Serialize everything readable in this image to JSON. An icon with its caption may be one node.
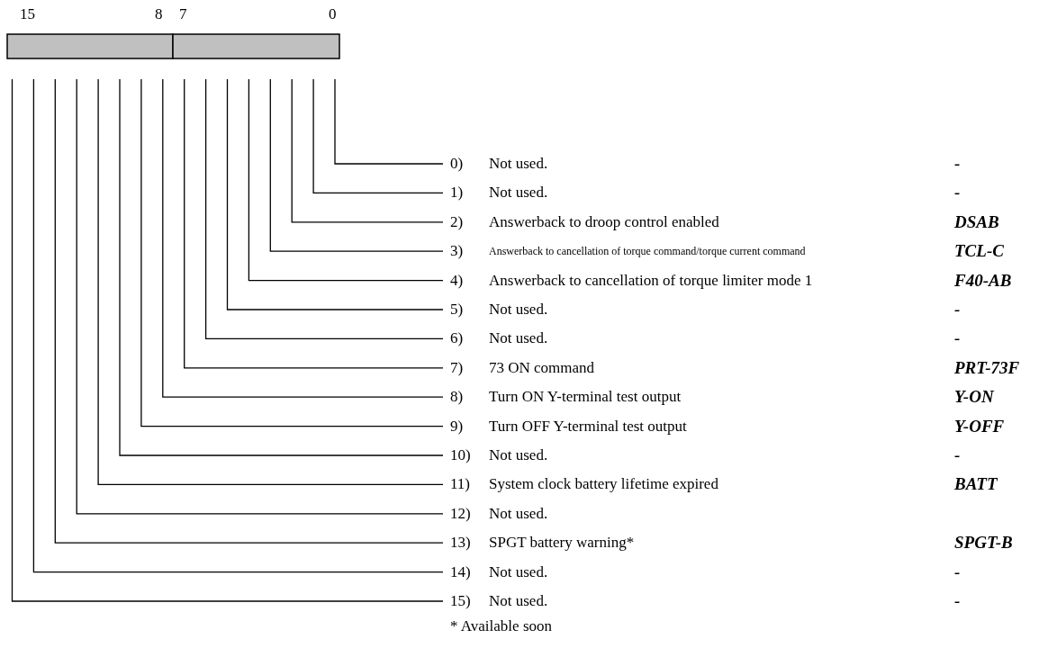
{
  "diagram": {
    "nodes": [
      {
        "text": [
          "0)",
          "Not used.",
          "-"
        ]
      },
      {
        "text": [
          "1)",
          "Not used.",
          "-"
        ]
      },
      {
        "text": [
          "2)",
          "Answerback to droop control enabled",
          "DSAB"
        ]
      },
      {
        "text": [
          "3)",
          "Answerback to cancellation of torque command/torque current command",
          "TCL-C"
        ]
      },
      {
        "text": [
          "4)",
          "Answerback to cancellation of torque limiter mode 1",
          "F40-AB"
        ]
      },
      {
        "text": [
          "5)",
          "Not used.",
          "-"
        ]
      },
      {
        "text": [
          "6)",
          "Not used.",
          "-"
        ]
      },
      {
        "text": [
          "7)",
          "73 ON command",
          "PRT-73F"
        ]
      },
      {
        "text": [
          "8)",
          "Turn ON Y-terminal test output",
          "Y-ON"
        ]
      },
      {
        "text": [
          "9)",
          "Turn OFF Y-terminal test output",
          "Y-OFF"
        ]
      },
      {
        "text": [
          "10)",
          "Not used.",
          "-"
        ]
      },
      {
        "text": [
          "11)",
          "System clock battery lifetime expired",
          "BATT"
        ]
      },
      {
        "text": [
          "12)",
          "Not used."
        ]
      },
      {
        "text": [
          "13)",
          "SPGT battery warning*",
          "SPGT-B"
        ]
      },
      {
        "text": [
          "14)",
          "Not used.",
          "-"
        ]
      },
      {
        "text": [
          "15)",
          "Not used.",
          "-"
        ]
      }
    ],
    "edges": [
      {
        "from": 0,
        "to": null,
        "arrow": "none"
      },
      {
        "from": 1,
        "to": null,
        "arrow": "none"
      },
      {
        "from": 2,
        "to": null,
        "arrow": "none"
      },
      {
        "from": 3,
        "to": null,
        "arrow": "none"
      },
      {
        "from": 4,
        "to": null,
        "arrow": "none"
      },
      {
        "from": 5,
        "to": null,
        "arrow": "none"
      },
      {
        "from": 6,
        "to": null,
        "arrow": "none"
      },
      {
        "from": 7,
        "to": null,
        "arrow": "none"
      },
      {
        "from": 8,
        "to": null,
        "arrow": "none"
      },
      {
        "from": 9,
        "to": null,
        "arrow": "none"
      },
      {
        "from": 10,
        "to": null,
        "arrow": "none"
      },
      {
        "from": 11,
        "to": null,
        "arrow": "none"
      },
      {
        "from": 12,
        "to": null,
        "arrow": "none"
      },
      {
        "from": 13,
        "to": null,
        "arrow": "none"
      },
      {
        "from": 14,
        "to": null,
        "arrow": "none"
      },
      {
        "from": 15,
        "to": null,
        "arrow": "none"
      }
    ],
    "labels": [
      "15",
      "8",
      "7",
      "0",
      "* Available soon"
    ]
  }
}
